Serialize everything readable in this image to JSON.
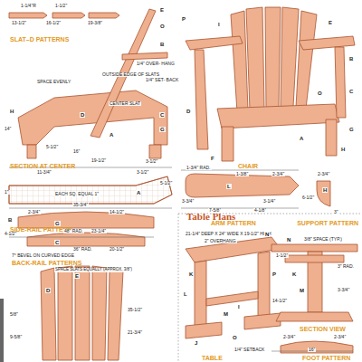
{
  "diagram": {
    "title": "Table Plans",
    "labels": [
      "SLAT–D PATTERNS",
      "1-1/4\"R",
      "1-1/2\"",
      "13-1/2\"",
      "16-1/2\"",
      "19-3/8\"",
      "E",
      "O",
      "B",
      "1/4\" OVER- HANG",
      "SPACE EVENLY",
      "OUTSIDE EDGE OF SLATS",
      "1/4\" SET- BACK",
      "CENTER SLAT",
      "D",
      "C",
      "G",
      "A",
      "H",
      "14\"",
      "5-1/2\"",
      "16\"",
      "19-1/2\"",
      "3-1/2\"",
      "SECTION AT CENTER",
      "11-3/4\"",
      "3-1/2\"",
      "1\"",
      "EACH SQ. EQUAL 1\"",
      "A",
      "35-3/4\"",
      "5-1/2\"",
      "SIDE-RAIL PATTERN",
      "B",
      "2-3/4\"",
      "14-1/2\"",
      "4-1/2\"",
      "G",
      "48\" RAD.",
      "23-1/4\"",
      "C",
      "36\" RAD.",
      "20-1/2\"",
      "7° BEVEL ON CURVED EDGE",
      "BACK-RAIL PATTERNS",
      "E",
      "D",
      "SPACE SLATS EQUALLY (APPROX. 3/8\")",
      "5/8\"",
      "9-5/8\"",
      "35-1/2\"",
      "21-3/4\"",
      "P",
      "I",
      "E",
      "B",
      "C",
      "O",
      "G",
      "H",
      "A",
      "F",
      "D",
      "CHAIR",
      "1-3/4\" RAD.",
      "1-3/8\"",
      "2-3/4\"",
      "3-3/4\"",
      "L",
      "3-1/4\"",
      "7-5/8\"",
      "4-1/8\"",
      "ARM PATTERN",
      "2-3/4\"",
      "H",
      "6-1/2\"",
      "3\"",
      "SUPPORT PATTERN",
      "21-1/4\" DEEP X 24\" WIDE X 19-1/2\" HIGH",
      "2\" OVERHANG",
      "N",
      "K",
      "L",
      "I",
      "J",
      "M",
      "O",
      "P",
      "1/4\" SETBACK",
      "TABLE",
      "N",
      "3/8\" SPACE (TYP.)",
      "1-1/2\"",
      "3\" RAD.",
      "K",
      "M",
      "14-1/2\"",
      "3-3/4\"",
      "SECTION VIEW",
      "2-3/4\"",
      "2-3/4\"",
      "16\"",
      "FOOT PATTERN"
    ]
  }
}
